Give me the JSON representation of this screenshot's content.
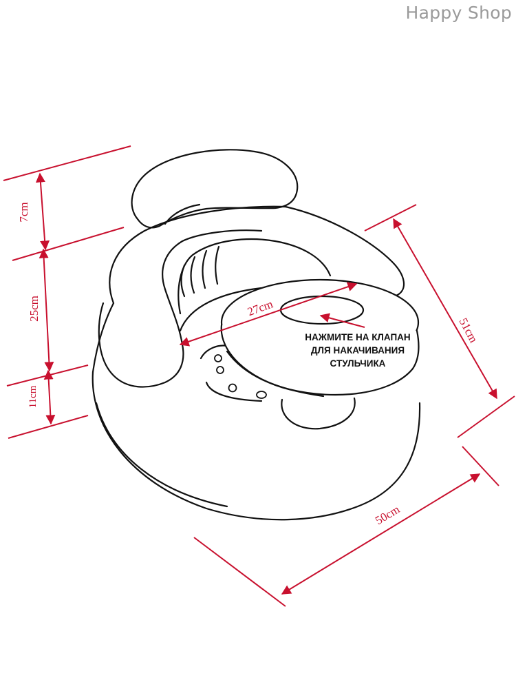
{
  "brand": {
    "name": "Happy Shop"
  },
  "dimensions": {
    "back_height": "7cm",
    "seat_back_height": "25cm",
    "base_height": "11cm",
    "seat_width": "27cm",
    "depth": "51cm",
    "width": "50cm"
  },
  "note": {
    "line1": "НАЖМИТЕ НА КЛАПАН",
    "line2": "ДЛЯ НАКАЧИВАНИЯ",
    "line3": "СТУЛЬЧИКА"
  },
  "colors": {
    "dimension": "#c8102e",
    "outline": "#111111",
    "brand_text": "#9a9a9a",
    "background": "#ffffff"
  }
}
